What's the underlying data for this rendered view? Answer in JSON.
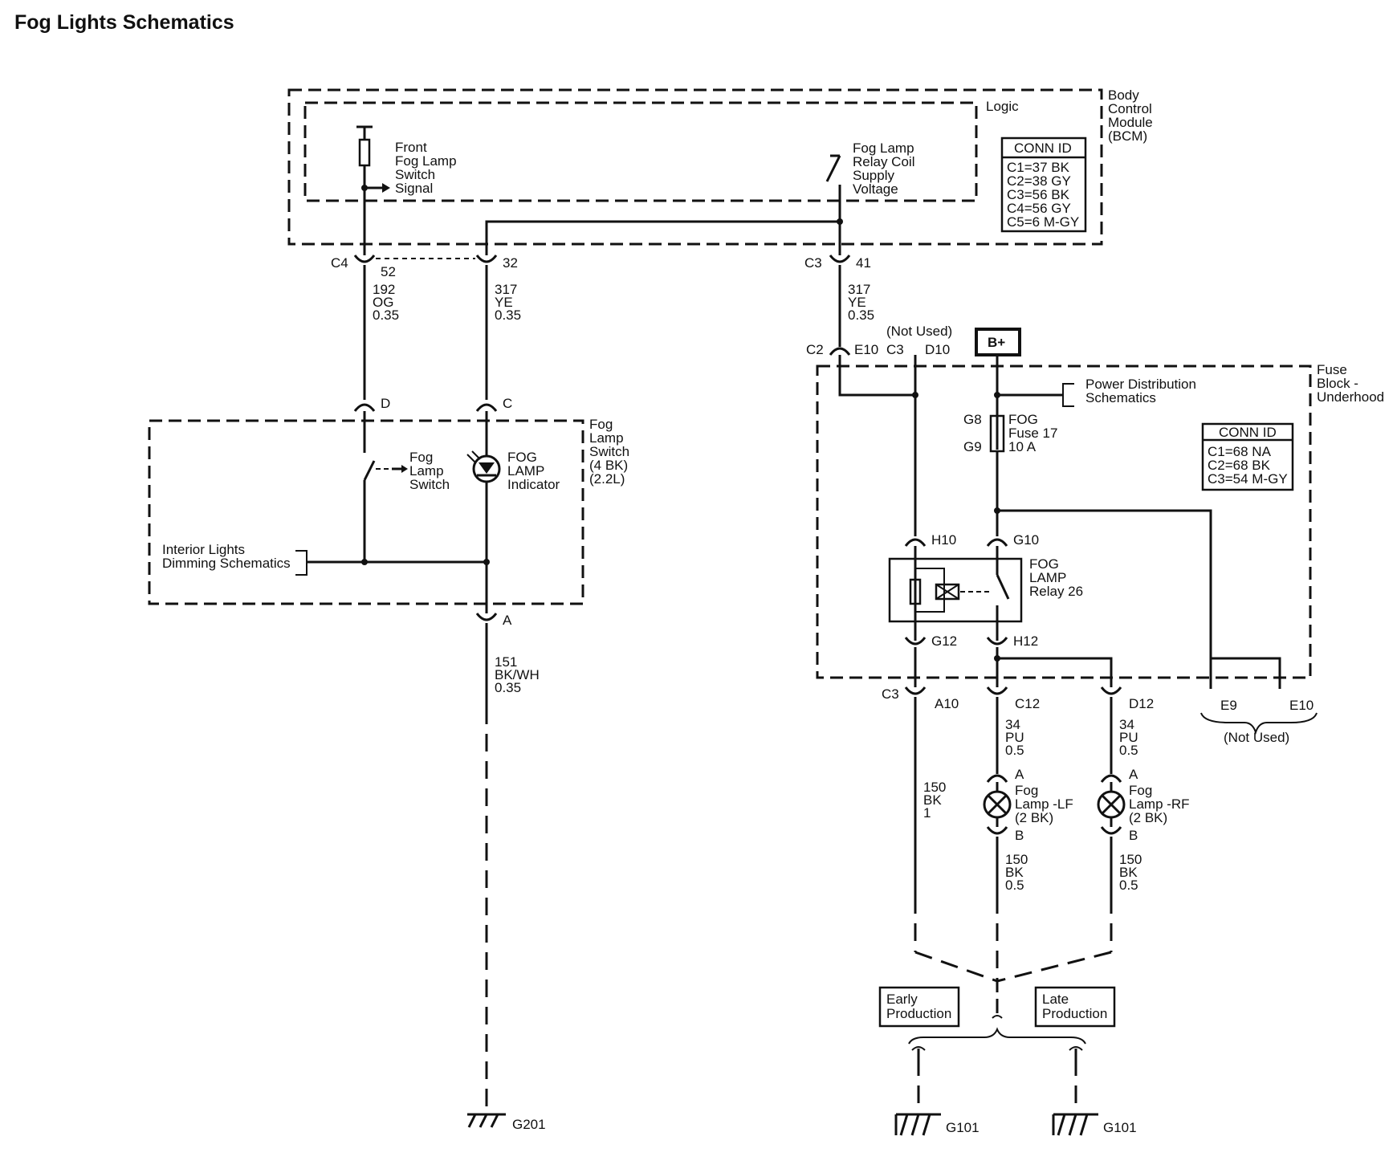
{
  "title": "Fog Lights Schematics",
  "bcm": {
    "name": [
      "Body",
      "Control",
      "Module",
      "(BCM)"
    ],
    "logic": "Logic",
    "switch_signal": [
      "Front",
      "Fog Lamp",
      "Switch",
      "Signal"
    ],
    "relay_supply": [
      "Fog Lamp",
      "Relay Coil",
      "Supply",
      "Voltage"
    ],
    "conn_id_title": "CONN ID",
    "conn_ids": [
      "C1=37 BK",
      "C2=38 GY",
      "C3=56 BK",
      "C4=56 GY",
      "C5=6 M-GY"
    ]
  },
  "bcm_pins": {
    "c4": "C4",
    "p52": "52",
    "p32": "32",
    "c3": "C3",
    "p41": "41"
  },
  "wires": {
    "w192": [
      "192",
      "OG",
      "0.35"
    ],
    "w317a": [
      "317",
      "YE",
      "0.35"
    ],
    "w317b": [
      "317",
      "YE",
      "0.35"
    ],
    "w151": [
      "151",
      "BK/WH",
      "0.35"
    ],
    "w150": [
      "150",
      "BK",
      "1"
    ],
    "w34a": [
      "34",
      "PU",
      "0.5"
    ],
    "w34b": [
      "34",
      "PU",
      "0.5"
    ],
    "w150lf": [
      "150",
      "BK",
      "0.5"
    ],
    "w150rf": [
      "150",
      "BK",
      "0.5"
    ]
  },
  "fog_switch": {
    "name": [
      "Fog",
      "Lamp",
      "Switch",
      "(4 BK)",
      "(2.2L)"
    ],
    "pin_d": "D",
    "pin_c": "C",
    "pin_a": "A",
    "switch_label": [
      "Fog",
      "Lamp",
      "Switch"
    ],
    "indicator": [
      "FOG",
      "LAMP",
      "Indicator"
    ],
    "dimming": [
      "Interior Lights",
      "Dimming Schematics"
    ]
  },
  "ground_g201": "G201",
  "fuse_block": {
    "name": [
      "Fuse",
      "Block -",
      "Underhood"
    ],
    "not_used_top": "(Not Used)",
    "c2": "C2",
    "e10": "E10",
    "c3top": "C3",
    "d10": "D10",
    "battery": "B+",
    "power_dist": [
      "Power Distribution",
      "Schematics"
    ],
    "g8": "G8",
    "g9": "G9",
    "fuse": [
      "FOG",
      "Fuse 17",
      "10 A"
    ],
    "conn_id_title": "CONN ID",
    "conn_ids": [
      "C1=68 NA",
      "C2=68 BK",
      "C3=54 M-GY"
    ],
    "h10": "H10",
    "g10": "G10",
    "relay": [
      "FOG",
      "LAMP",
      "Relay 26"
    ],
    "g12": "G12",
    "h12": "H12",
    "c3bot": "C3",
    "a10": "A10",
    "c12": "C12",
    "d12": "D12",
    "e9": "E9",
    "e10b": "E10",
    "not_used_bottom": "(Not Used)"
  },
  "lamps": {
    "lf": [
      "Fog",
      "Lamp -LF",
      "(2 BK)"
    ],
    "rf": [
      "Fog",
      "Lamp -RF",
      "(2 BK)"
    ],
    "pin_a": "A",
    "pin_b": "B"
  },
  "production": {
    "early": [
      "Early",
      "Production"
    ],
    "late": [
      "Late",
      "Production"
    ]
  },
  "ground_g101": "G101"
}
